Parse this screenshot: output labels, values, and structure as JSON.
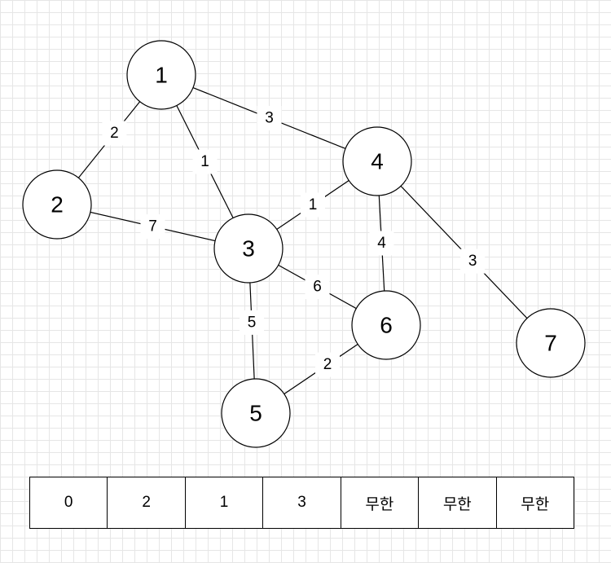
{
  "graph": {
    "nodes": [
      {
        "id": "1",
        "label": "1"
      },
      {
        "id": "2",
        "label": "2"
      },
      {
        "id": "3",
        "label": "3"
      },
      {
        "id": "4",
        "label": "4"
      },
      {
        "id": "5",
        "label": "5"
      },
      {
        "id": "6",
        "label": "6"
      },
      {
        "id": "7",
        "label": "7"
      }
    ],
    "edges": [
      {
        "from": "1",
        "to": "2",
        "weight": "2"
      },
      {
        "from": "1",
        "to": "3",
        "weight": "1"
      },
      {
        "from": "1",
        "to": "4",
        "weight": "3"
      },
      {
        "from": "2",
        "to": "3",
        "weight": "7"
      },
      {
        "from": "3",
        "to": "4",
        "weight": "1"
      },
      {
        "from": "3",
        "to": "6",
        "weight": "6"
      },
      {
        "from": "3",
        "to": "5",
        "weight": "5"
      },
      {
        "from": "4",
        "to": "6",
        "weight": "4"
      },
      {
        "from": "4",
        "to": "7",
        "weight": "3"
      },
      {
        "from": "6",
        "to": "5",
        "weight": "2"
      }
    ]
  },
  "distance_table": {
    "cells": [
      "0",
      "2",
      "1",
      "3",
      "무한",
      "무한",
      "무한"
    ]
  }
}
